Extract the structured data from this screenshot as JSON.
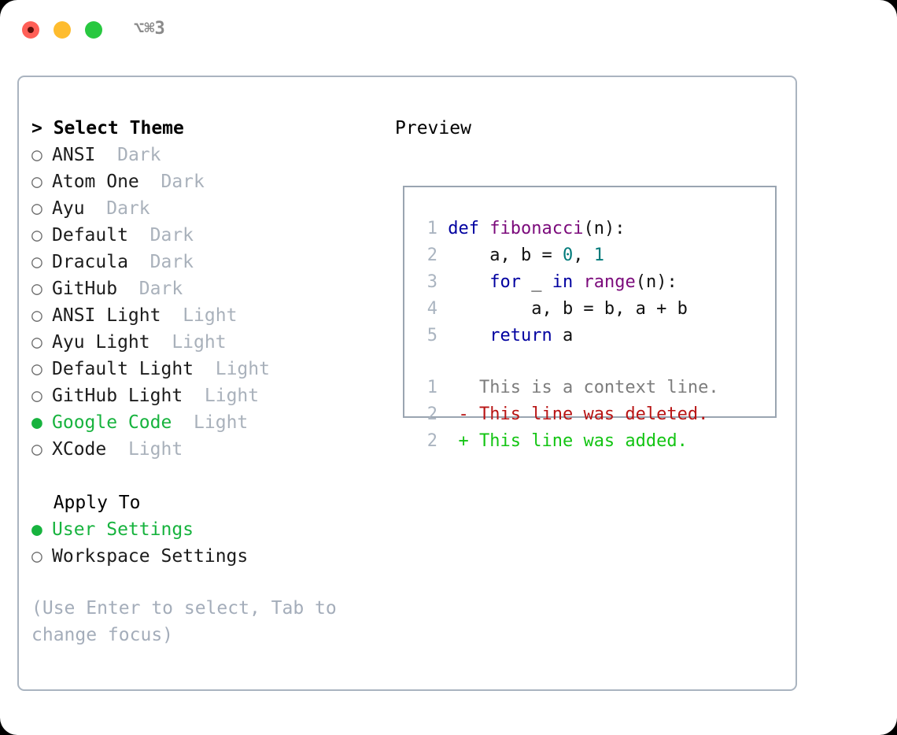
{
  "window": {
    "shortcut": "⌥⌘3",
    "traffic_lights": [
      {
        "name": "close",
        "color": "#ff5f57"
      },
      {
        "name": "minimize",
        "color": "#febc2e"
      },
      {
        "name": "maximize",
        "color": "#28c840"
      }
    ]
  },
  "theme_picker": {
    "heading": "> Select Theme",
    "bullet_selected": "●",
    "bullet_unselected": "○",
    "items": [
      {
        "label": "ANSI",
        "tag": "Dark",
        "selected": false
      },
      {
        "label": "Atom One",
        "tag": "Dark",
        "selected": false
      },
      {
        "label": "Ayu",
        "tag": "Dark",
        "selected": false
      },
      {
        "label": "Default",
        "tag": "Dark",
        "selected": false
      },
      {
        "label": "Dracula",
        "tag": "Dark",
        "selected": false
      },
      {
        "label": "GitHub",
        "tag": "Dark",
        "selected": false
      },
      {
        "label": "ANSI Light",
        "tag": "Light",
        "selected": false
      },
      {
        "label": "Ayu Light",
        "tag": "Light",
        "selected": false
      },
      {
        "label": "Default Light",
        "tag": "Light",
        "selected": false
      },
      {
        "label": "GitHub Light",
        "tag": "Light",
        "selected": false
      },
      {
        "label": "Google Code",
        "tag": "Light",
        "selected": true
      },
      {
        "label": "XCode",
        "tag": "Light",
        "selected": false
      }
    ]
  },
  "apply_to": {
    "heading": "Apply To",
    "items": [
      {
        "label": "User Settings",
        "selected": true
      },
      {
        "label": "Workspace Settings",
        "selected": false
      }
    ]
  },
  "hint": "(Use Enter to select, Tab to change focus)",
  "preview": {
    "title": "Preview",
    "code_lines": [
      {
        "num": "1",
        "tokens": [
          {
            "t": "def ",
            "k": "kw"
          },
          {
            "t": "fibonacci",
            "k": "fn"
          },
          {
            "t": "(n):",
            "k": "plain"
          }
        ]
      },
      {
        "num": "2",
        "tokens": [
          {
            "t": "    a, b = ",
            "k": "plain"
          },
          {
            "t": "0",
            "k": "num"
          },
          {
            "t": ", ",
            "k": "plain"
          },
          {
            "t": "1",
            "k": "num"
          }
        ]
      },
      {
        "num": "3",
        "tokens": [
          {
            "t": "    ",
            "k": "plain"
          },
          {
            "t": "for",
            "k": "kw"
          },
          {
            "t": " _ ",
            "k": "plain"
          },
          {
            "t": "in",
            "k": "kw"
          },
          {
            "t": " ",
            "k": "plain"
          },
          {
            "t": "range",
            "k": "fn"
          },
          {
            "t": "(n):",
            "k": "plain"
          }
        ]
      },
      {
        "num": "4",
        "tokens": [
          {
            "t": "        a, b = b, a + b",
            "k": "plain"
          }
        ]
      },
      {
        "num": "5",
        "tokens": [
          {
            "t": "    ",
            "k": "plain"
          },
          {
            "t": "return",
            "k": "kw"
          },
          {
            "t": " a",
            "k": "plain"
          }
        ]
      }
    ],
    "diff_lines": [
      {
        "num": "1",
        "marker": " ",
        "text": " This is a context line.",
        "kind": "ctx"
      },
      {
        "num": "2",
        "marker": "-",
        "text": " This line was deleted.",
        "kind": "del"
      },
      {
        "num": "2",
        "marker": "+",
        "text": " This line was added.",
        "kind": "add"
      }
    ]
  },
  "colors": {
    "accent_green": "#17b33e",
    "keyword": "#0000a0",
    "function": "#7b0a7b",
    "number": "#007a7a",
    "muted": "#a9b1bb",
    "diff_add": "#13c413",
    "diff_del": "#b81414",
    "border": "#9aa5b1"
  }
}
